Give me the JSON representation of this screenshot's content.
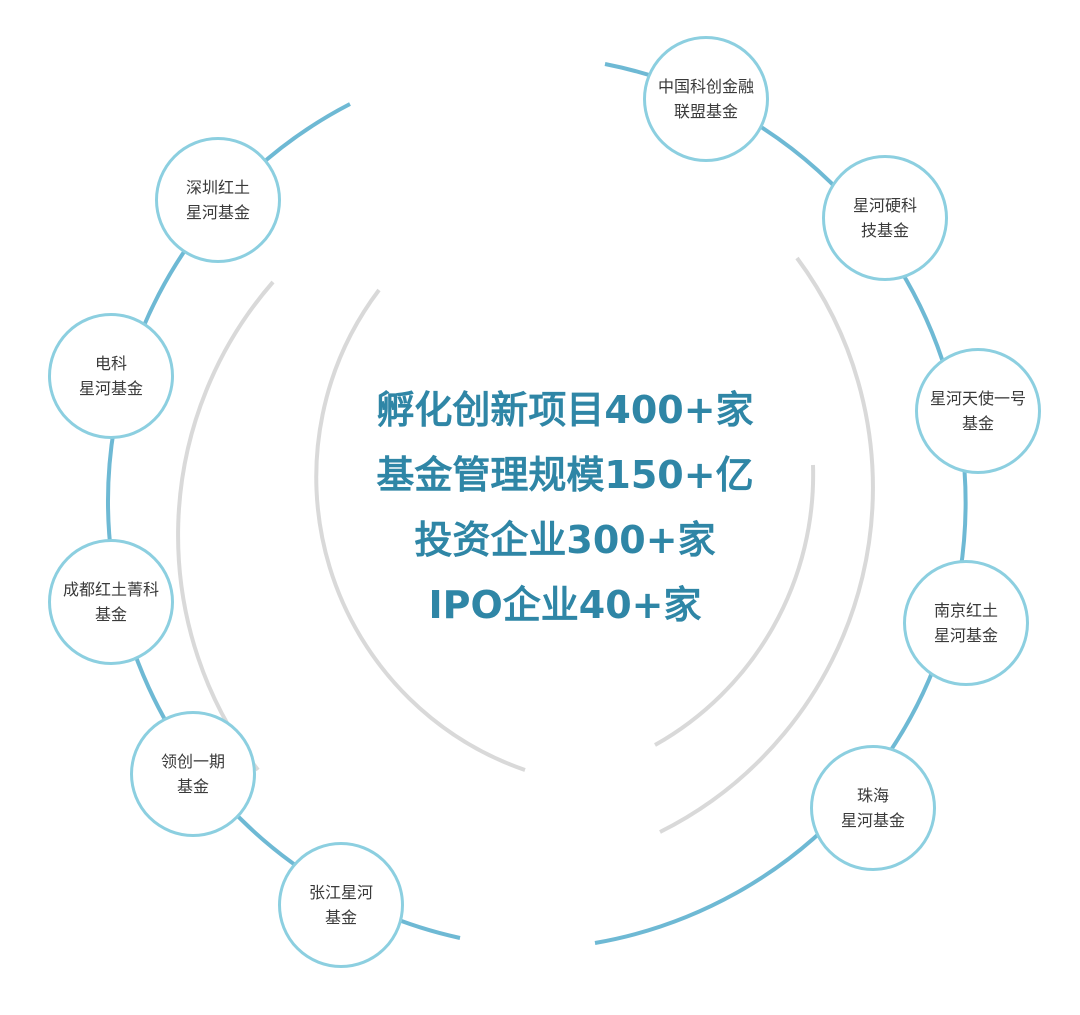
{
  "colors": {
    "outer_arc": "#6eb9d4",
    "inner_arc": "#d9d9d9",
    "node_border": "#8ccfe0",
    "stat_text": "#2f86a6",
    "node_text": "#3a3a3a"
  },
  "stats": [
    "孵化创新项目400+家",
    "基金管理规模150+亿",
    "投资企业300+家",
    "IPO企业40+家"
  ],
  "funds": [
    {
      "line1": "中国科创金融",
      "line2": "联盟基金"
    },
    {
      "line1": "星河硬科",
      "line2": "技基金"
    },
    {
      "line1": "星河天使一号",
      "line2": "基金"
    },
    {
      "line1": "南京红土",
      "line2": "星河基金"
    },
    {
      "line1": "珠海",
      "line2": "星河基金"
    },
    {
      "line1": "深圳红土",
      "line2": "星河基金"
    },
    {
      "line1": "电科",
      "line2": "星河基金"
    },
    {
      "line1": "成都红土菁科",
      "line2": "基金"
    },
    {
      "line1": "领创一期",
      "line2": "基金"
    },
    {
      "line1": "张江星河",
      "line2": "基金"
    }
  ]
}
